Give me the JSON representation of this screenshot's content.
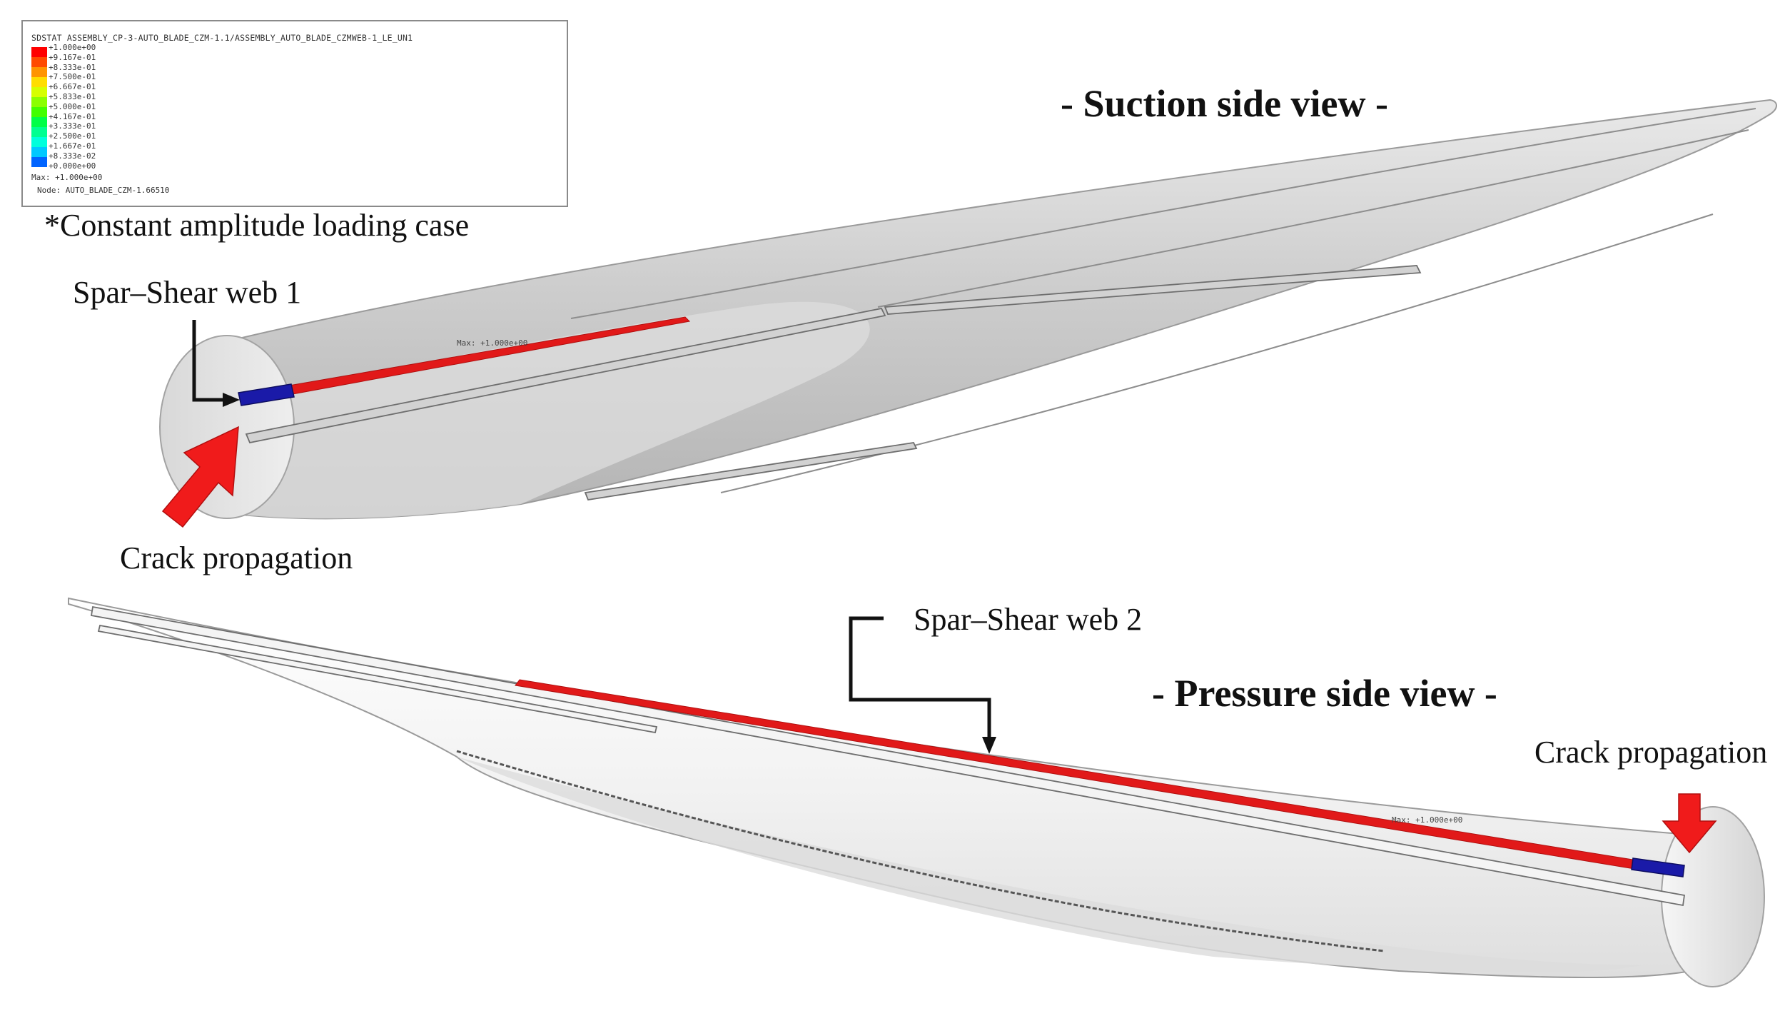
{
  "legend": {
    "header": "SDSTAT  ASSEMBLY_CP-3-AUTO_BLADE_CZM-1.1/ASSEMBLY_AUTO_BLADE_CZMWEB-1_LE_UN1",
    "ticks": [
      "+1.000e+00",
      "+9.167e-01",
      "+8.333e-01",
      "+7.500e-01",
      "+6.667e-01",
      "+5.833e-01",
      "+5.000e-01",
      "+4.167e-01",
      "+3.333e-01",
      "+2.500e-01",
      "+1.667e-01",
      "+8.333e-02",
      "+0.000e+00"
    ],
    "colors": [
      "#ff0000",
      "#ff4a00",
      "#ff9400",
      "#ffdd00",
      "#d6ff00",
      "#8bff00",
      "#42ff00",
      "#00ff47",
      "#00ff91",
      "#00ffdc",
      "#00c8ff",
      "#0064ff",
      "#0000ff"
    ],
    "max_line": "Max: +1.000e+00",
    "node_line": "Node: AUTO_BLADE_CZM-1.66510"
  },
  "caption": "*Constant amplitude loading case",
  "suction": {
    "title": "- Suction side view -",
    "web_label": "Spar–Shear web 1",
    "crack_label": "Crack propagation",
    "max_tag": "Max: +1.000e+00"
  },
  "pressure": {
    "title": "- Pressure side view -",
    "web_label": "Spar–Shear web 2",
    "crack_label": "Crack propagation",
    "max_tag": "Max: +1.000e+00"
  },
  "colors": {
    "damaged_band": "#e11919",
    "crack_tip": "#1a1aa8",
    "arrow": "#f01b1b",
    "blade_suction": "#c9c9c9",
    "blade_pressure": "#f1f1f1"
  }
}
